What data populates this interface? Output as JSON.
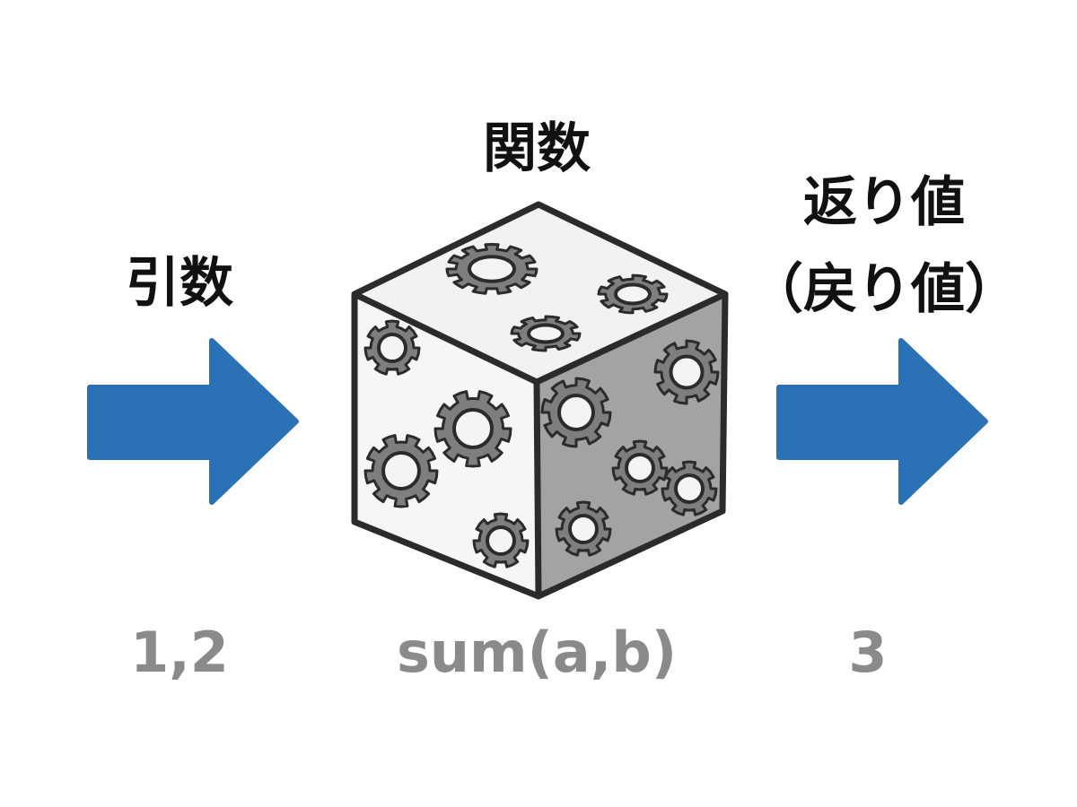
{
  "labels": {
    "arguments": "引数",
    "function": "関数",
    "return_value": "返り値",
    "return_value_alt": "（戻り値）"
  },
  "values": {
    "input": "1,2",
    "function_call": "sum(a,b)",
    "output": "3"
  },
  "colors": {
    "arrow": "#2a72b5",
    "cube_outline": "#2b2b2b",
    "cube_light_face": "#f2f2f2",
    "cube_dark_face": "#a3a3a3",
    "gear": "#7e7e7e",
    "value_text": "#8a8a8a"
  },
  "icons": [
    "arrow-right-icon",
    "gear-icon",
    "cube-icon"
  ]
}
